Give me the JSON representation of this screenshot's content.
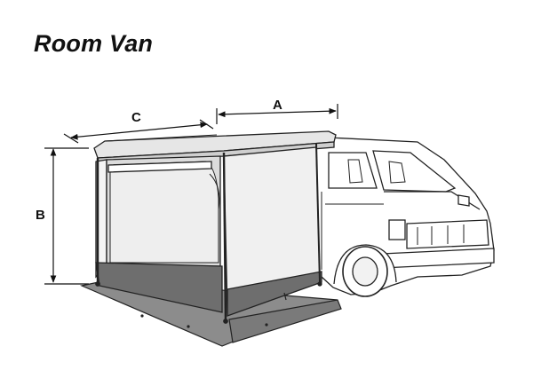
{
  "title": "Room Van",
  "dimensions": {
    "a": "A",
    "b": "B",
    "c": "C"
  },
  "colors": {
    "line": "#222222",
    "awning_fill": "#e6e6e6",
    "floor_fill": "#8c8c8c",
    "skirt_fill": "#6e6e6e",
    "mesh_fill": "#dcdcdc"
  }
}
